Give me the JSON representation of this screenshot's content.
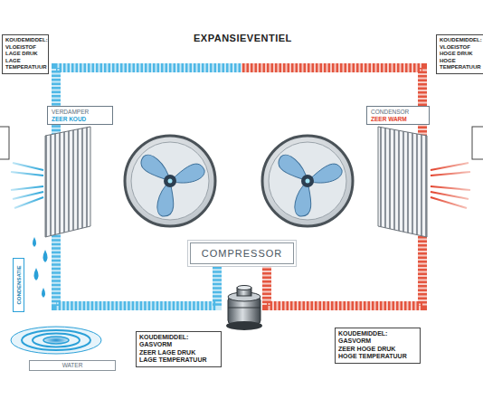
{
  "diagram": {
    "nodes": [
      {
        "text": [
          "KOUDEMIDDEL:",
          "VLOEISTOF",
          "LAGE DRUK",
          "LAGE TEMPERATUUR"
        ]
      },
      {
        "text": [
          "KOUDEMIDDEL:",
          "VLOEISTOF",
          "HOGE DRUK",
          "HOGE TEMPERATUUR"
        ]
      },
      {
        "text": [
          "VERDAMPER",
          "ZEER KOUD"
        ]
      },
      {
        "text": [
          "CONDENSOR",
          "ZEER WARM"
        ]
      },
      {
        "text": [
          "COMPRESSOR"
        ]
      },
      {
        "text": [
          "CONDENSATIE"
        ]
      },
      {
        "text": [
          "WATER"
        ]
      },
      {
        "text": [
          "KOUDEMIDDEL:",
          "GASVORM",
          "ZEER LAGE DRUK",
          "LAGE TEMPERATUUR"
        ]
      },
      {
        "text": [
          "KOUDEMIDDEL:",
          "GASVORM",
          "ZEER HOGE DRUK",
          "HOGE TEMPERATUUR"
        ]
      }
    ],
    "edges": [
      {
        "from": 3,
        "to": 2,
        "arrow": "none"
      },
      {
        "from": 2,
        "to": 4,
        "arrow": "none"
      },
      {
        "from": 4,
        "to": 3,
        "arrow": "none"
      }
    ],
    "labels": [
      "EXPANSIEVENTIEL"
    ]
  }
}
